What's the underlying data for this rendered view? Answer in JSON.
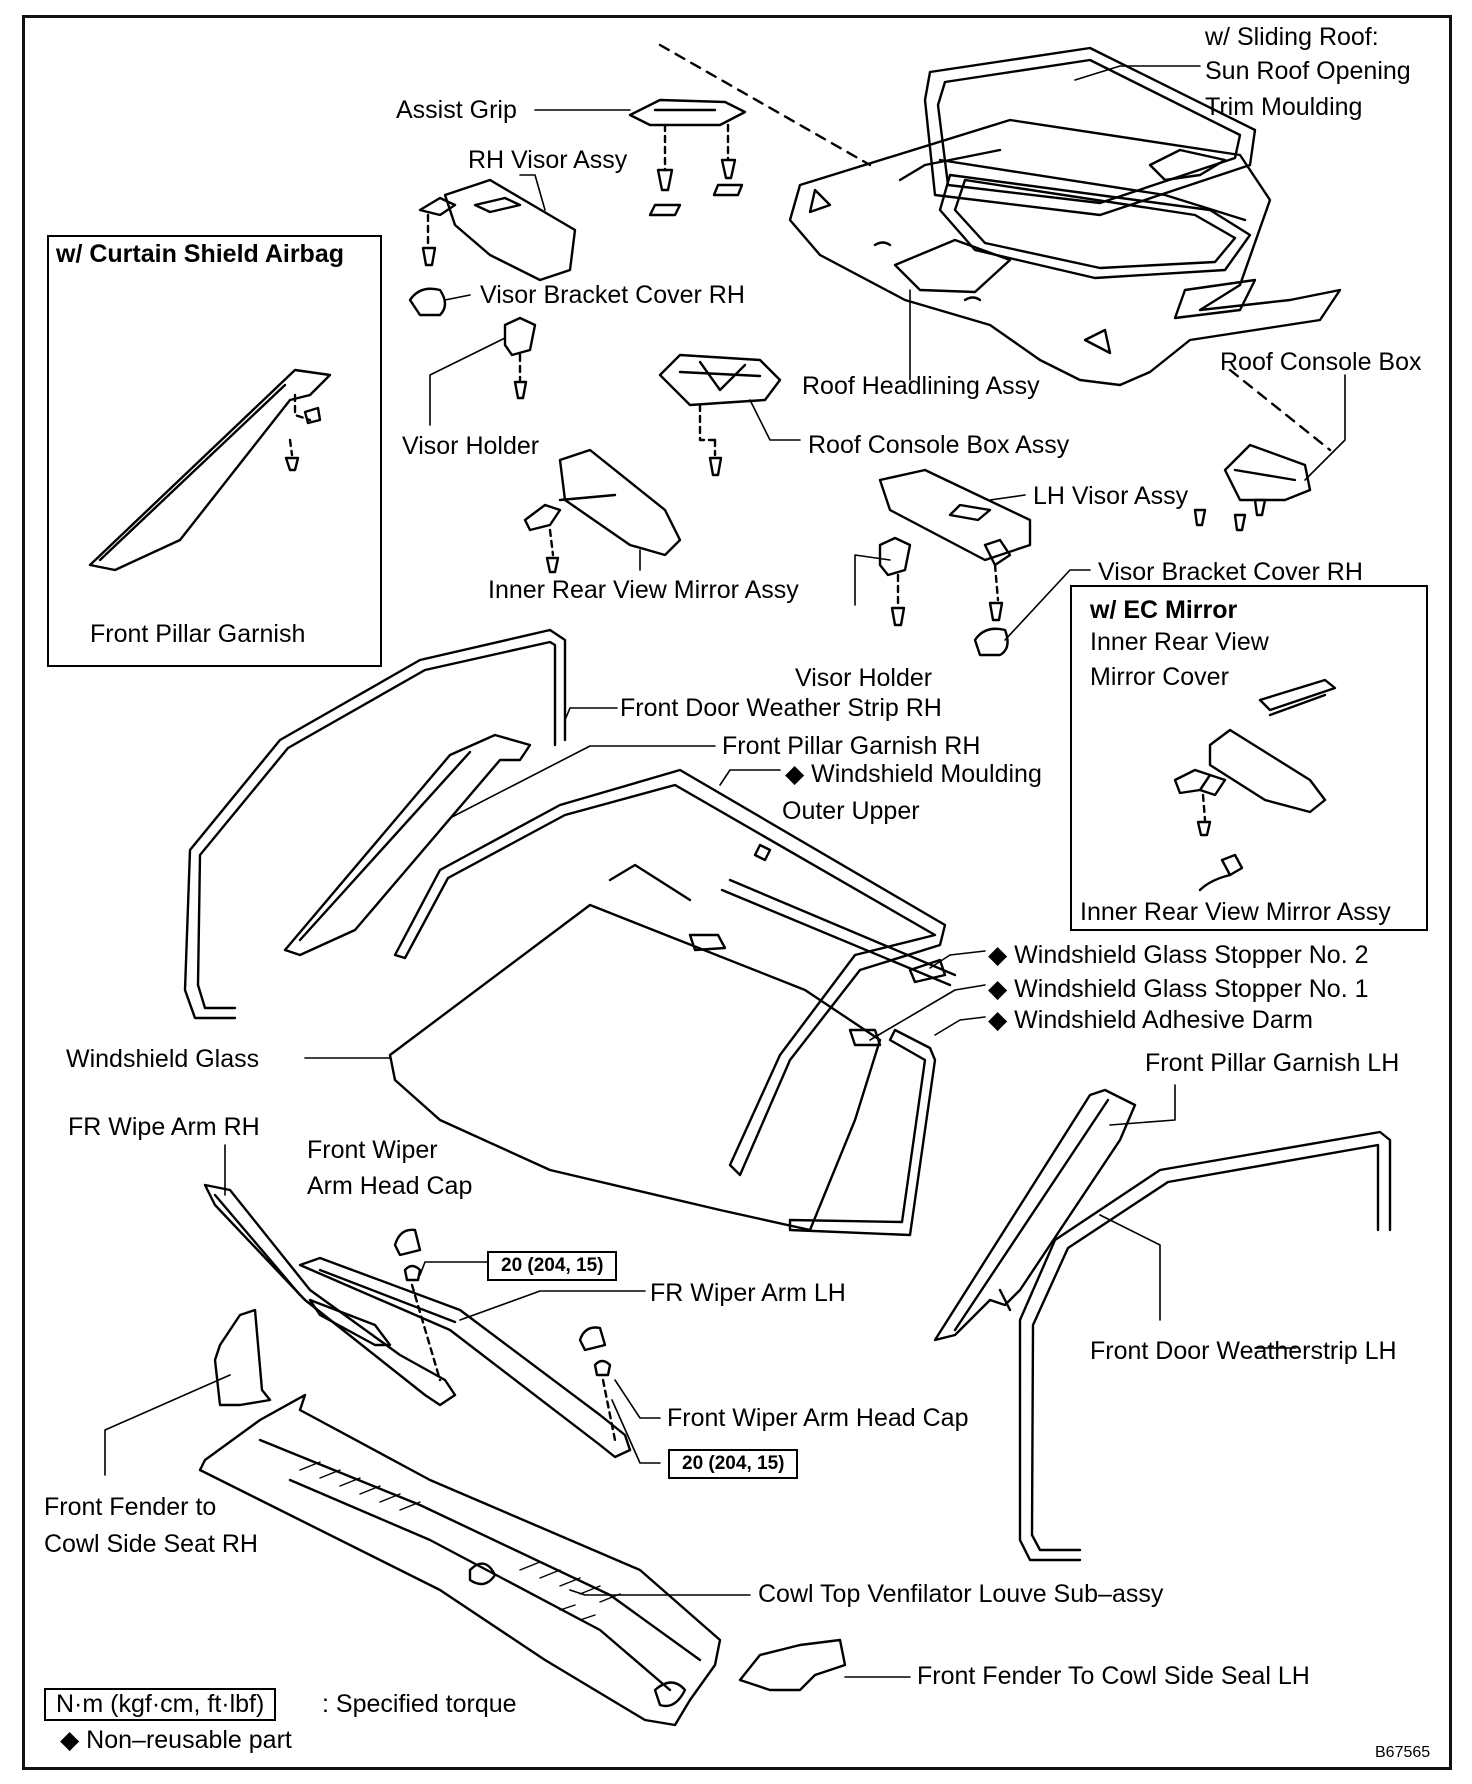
{
  "labels": {
    "sliding_roof_1": "w/ Sliding Roof:",
    "sliding_roof_2": "Sun Roof Opening",
    "sliding_roof_3": "Trim Moulding",
    "assist_grip": "Assist Grip",
    "rh_visor_assy": "RH Visor Assy",
    "visor_bracket_cover_rh_top": "Visor Bracket Cover RH",
    "roof_console_box": "Roof Console Box",
    "roof_headlining_assy": "Roof Headlining Assy",
    "visor_holder_top": "Visor Holder",
    "roof_console_box_assy": "Roof Console Box Assy",
    "lh_visor_assy": "LH Visor Assy",
    "visor_bracket_cover_rh_mid": "Visor Bracket Cover RH",
    "inner_rear_view_mirror_assy": "Inner Rear View Mirror Assy",
    "visor_holder_mid": "Visor Holder",
    "front_door_weather_strip_rh": "Front Door Weather Strip RH",
    "front_pillar_garnish_rh": "Front Pillar Garnish RH",
    "windshield_moulding_1": "◆ Windshield Moulding",
    "windshield_moulding_2": "Outer Upper",
    "ws_glass_stopper_2": "◆ Windshield Glass Stopper No. 2",
    "ws_glass_stopper_1": "◆ Windshield Glass Stopper No. 1",
    "ws_adhesive_darm": "◆ Windshield Adhesive Darm",
    "windshield_glass": "Windshield Glass",
    "front_pillar_garnish_lh": "Front Pillar Garnish LH",
    "fr_wipe_arm_rh": "FR Wipe Arm RH",
    "front_wiper_cap_1a": "Front Wiper",
    "front_wiper_cap_1b": "Arm Head Cap",
    "fr_wiper_arm_lh": "FR Wiper Arm LH",
    "front_door_weatherstrip_lh": "Front Door Weatherstrip LH",
    "front_wiper_arm_head_cap": "Front Wiper Arm Head Cap",
    "front_fender_rh_1": "Front Fender to",
    "front_fender_rh_2": "Cowl Side Seat RH",
    "cowl_top": "Cowl Top Venfilator Louve Sub–assy",
    "front_fender_lh": "Front Fender To Cowl Side Seal LH",
    "front_pillar_garnish": "Front Pillar Garnish",
    "ec_inner_cover_1": "Inner Rear View",
    "ec_inner_cover_2": "Mirror Cover",
    "ec_inner_mirror_assy": "Inner Rear View Mirror Assy",
    "legend_specified": ": Specified torque",
    "legend_nonreusable": "◆ Non–reusable part",
    "figure_id": "B67565"
  },
  "insets": {
    "curtain_airbag_title": "w/ Curtain Shield Airbag",
    "ec_mirror_title": "w/ EC Mirror"
  },
  "torque": {
    "upper": "20 (204, 15)",
    "lower": "20 (204, 15)",
    "unit_legend": "N·m (kgf·cm, ft·lbf)"
  }
}
